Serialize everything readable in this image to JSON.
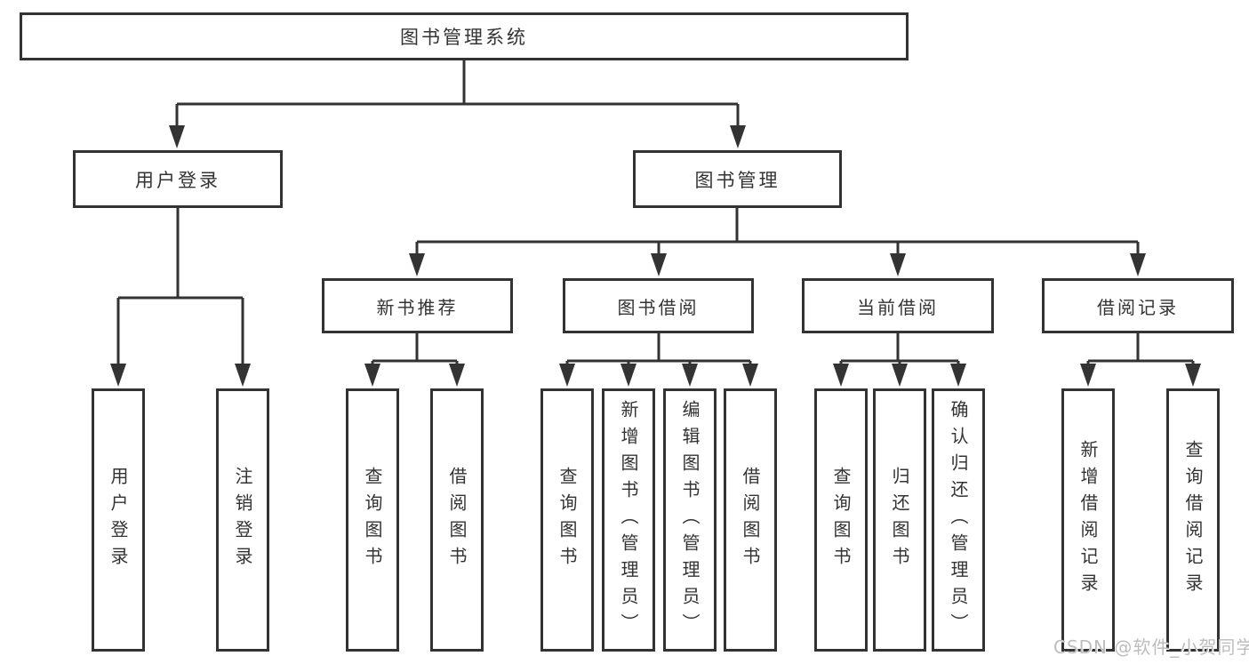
{
  "diagram": {
    "watermark": "CSDN @软件_小贺同学",
    "colors": {
      "line": "#333333",
      "text": "#333333",
      "box_fill": "#ffffff",
      "background": "#ffffff",
      "watermark": "#bdbdbd"
    },
    "tree": {
      "label": "图书管理系统",
      "children": [
        {
          "label": "用户登录",
          "children": [
            {
              "label": "用户登录"
            },
            {
              "label": "注销登录"
            }
          ]
        },
        {
          "label": "图书管理",
          "children": [
            {
              "label": "新书推荐",
              "children": [
                {
                  "label": "查询图书"
                },
                {
                  "label": "借阅图书"
                }
              ]
            },
            {
              "label": "图书借阅",
              "children": [
                {
                  "label": "查询图书"
                },
                {
                  "label": "新增图书（管理员）"
                },
                {
                  "label": "编辑图书（管理员）"
                },
                {
                  "label": "借阅图书"
                }
              ]
            },
            {
              "label": "当前借阅",
              "children": [
                {
                  "label": "查询图书"
                },
                {
                  "label": "归还图书"
                },
                {
                  "label": "确认归还（管理员）"
                }
              ]
            },
            {
              "label": "借阅记录",
              "children": [
                {
                  "label": "新增借阅记录"
                },
                {
                  "label": "查询借阅记录"
                }
              ]
            }
          ]
        }
      ]
    }
  }
}
